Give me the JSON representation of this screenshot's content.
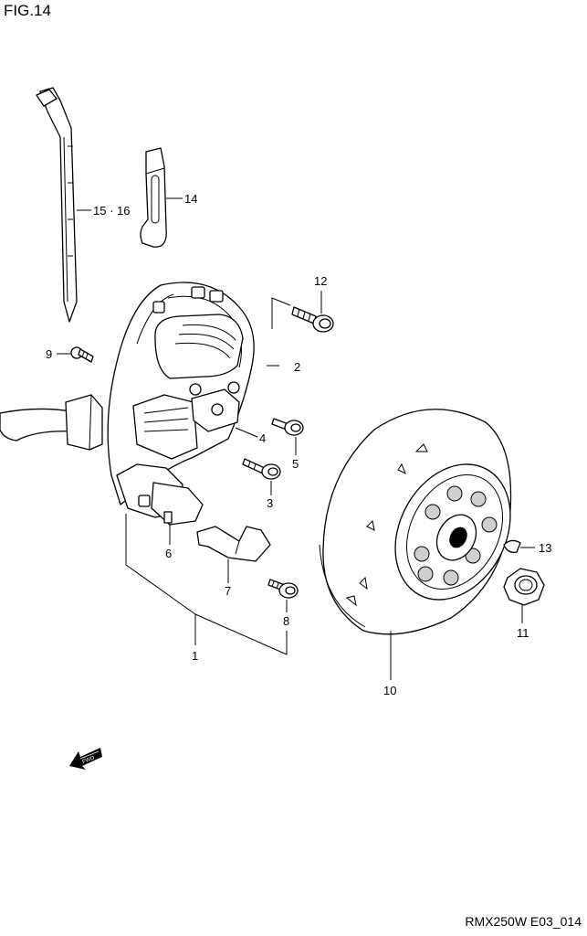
{
  "figure": {
    "title": "FIG.14",
    "code": "RMX250W E03_014"
  },
  "fwd_label": "FWD",
  "callouts": {
    "c1": "1",
    "c2": "2",
    "c3": "3",
    "c4": "4",
    "c5": "5",
    "c6": "6",
    "c7": "7",
    "c8": "8",
    "c9": "9",
    "c10": "10",
    "c11": "11",
    "c12": "12",
    "c13": "13",
    "c14": "14",
    "c15_16": "15 · 16"
  }
}
